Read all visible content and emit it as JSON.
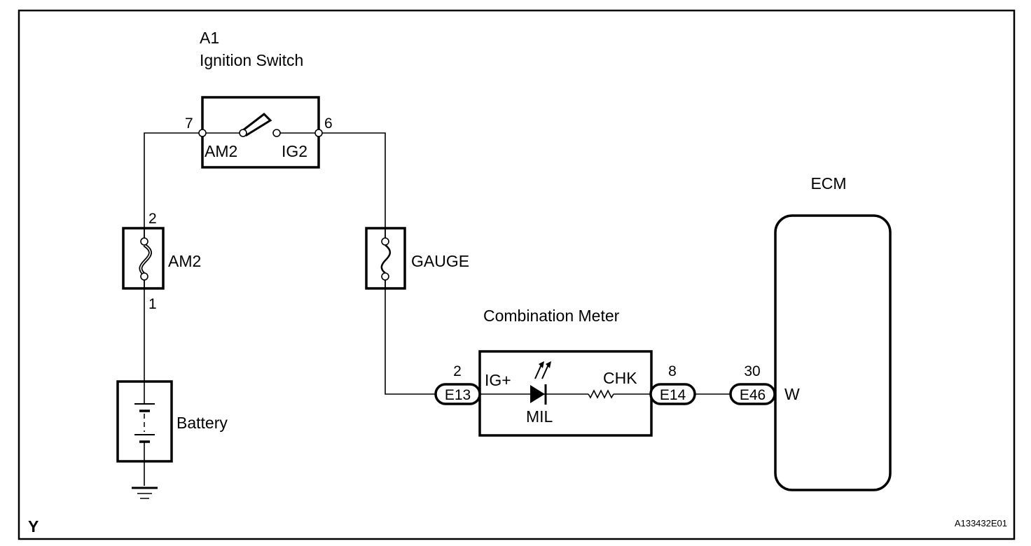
{
  "diagram": {
    "figure_id": "A133432E01",
    "corner_code": "Y",
    "ignition_switch": {
      "ref": "A1",
      "name": "Ignition Switch",
      "pin_in": "7",
      "pin_out": "6",
      "contact_in": "AM2",
      "contact_out": "IG2"
    },
    "fuse_am2": {
      "name": "AM2",
      "pin_top": "2",
      "pin_bottom": "1"
    },
    "fuse_gauge": {
      "name": "GAUGE"
    },
    "battery": {
      "name": "Battery"
    },
    "combination_meter": {
      "name": "Combination Meter",
      "input_pin": "2",
      "input_connector": "E13",
      "input_terminal": "IG+",
      "lamp": "MIL",
      "output_terminal": "CHK",
      "output_pin": "8",
      "output_connector": "E14"
    },
    "ecm": {
      "name": "ECM",
      "pin": "30",
      "connector": "E46",
      "terminal": "W"
    }
  }
}
